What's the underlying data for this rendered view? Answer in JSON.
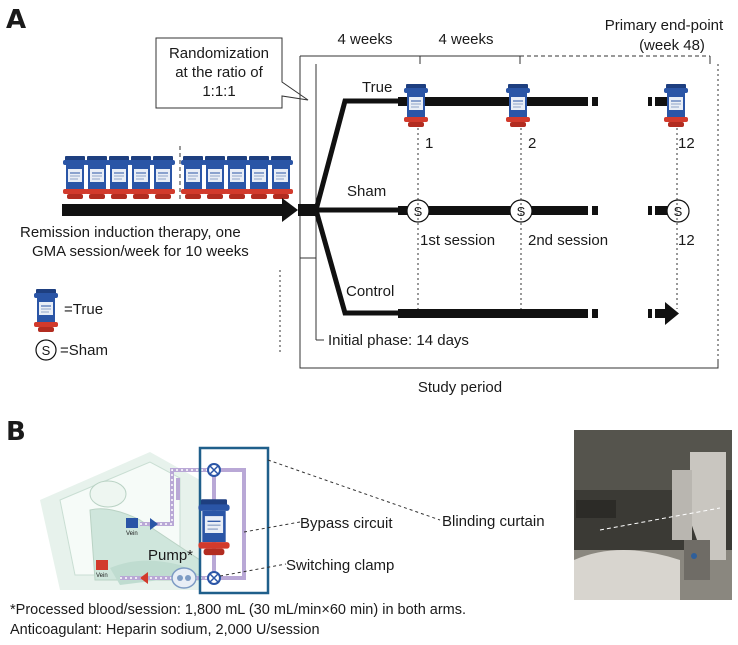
{
  "panel_a": {
    "letter": "A",
    "randomization_lines": [
      "Randomization",
      "at the ratio of",
      "1:1:1"
    ],
    "weeks_first": "4 weeks",
    "weeks_second": "4 weeks",
    "primary_end_point_lines": [
      "Primary end-point",
      "(week 48)"
    ],
    "arm_true": "True",
    "arm_sham": "Sham",
    "arm_control": "Control",
    "true_session_numbers": [
      "1",
      "2",
      "12"
    ],
    "sham_session_labels": [
      "1st session",
      "2nd session",
      "12"
    ],
    "sham_symbol": "S",
    "induction_lines": [
      "Remission induction therapy, one",
      "GMA session/week for 10 weeks"
    ],
    "legend_true": "=True",
    "legend_sham": "=Sham",
    "initial_phase": "Initial phase: 14 days",
    "study_period": "Study period"
  },
  "panel_b": {
    "letter": "B",
    "pump_label": "Pump*",
    "bypass_circuit": "Bypass circuit",
    "switching_clamp": "Switching clamp",
    "blinding_curtain": "Blinding curtain",
    "vein_label": "Vein",
    "footnote_1": "*Processed blood/session: 1,800 mL (30 mL/min×60 min) in both arms.",
    "footnote_2": "Anticoagulant: Heparin sodium, 2,000 U/session"
  },
  "colors": {
    "column_body": "#2a55a6",
    "column_cap": "#1e3f80",
    "column_base": "#d23a2c",
    "line": "#111111",
    "frame_blue": "#1f5f8b"
  }
}
